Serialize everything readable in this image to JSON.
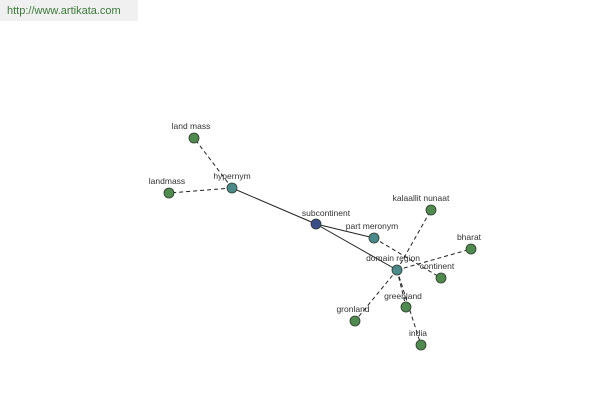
{
  "header": {
    "url": "http://www.artikata.com"
  },
  "colors": {
    "center_node": "#3a4f8a",
    "relation_node": "#4a8a8a",
    "term_node": "#4f8a4f"
  },
  "graph": {
    "center": {
      "label": "subcontinent"
    },
    "relations": [
      {
        "label": "hypernym"
      },
      {
        "label": "part meronym"
      },
      {
        "label": "domain region"
      }
    ],
    "terms": [
      {
        "label": "land mass",
        "relation": "hypernym"
      },
      {
        "label": "landmass",
        "relation": "hypernym"
      },
      {
        "label": "continent",
        "relation": "part meronym"
      },
      {
        "label": "kalaallit nunaat",
        "relation": "domain region"
      },
      {
        "label": "bharat",
        "relation": "domain region"
      },
      {
        "label": "greenland",
        "relation": "domain region"
      },
      {
        "label": "gronland",
        "relation": "domain region"
      },
      {
        "label": "india",
        "relation": "domain region"
      }
    ]
  }
}
